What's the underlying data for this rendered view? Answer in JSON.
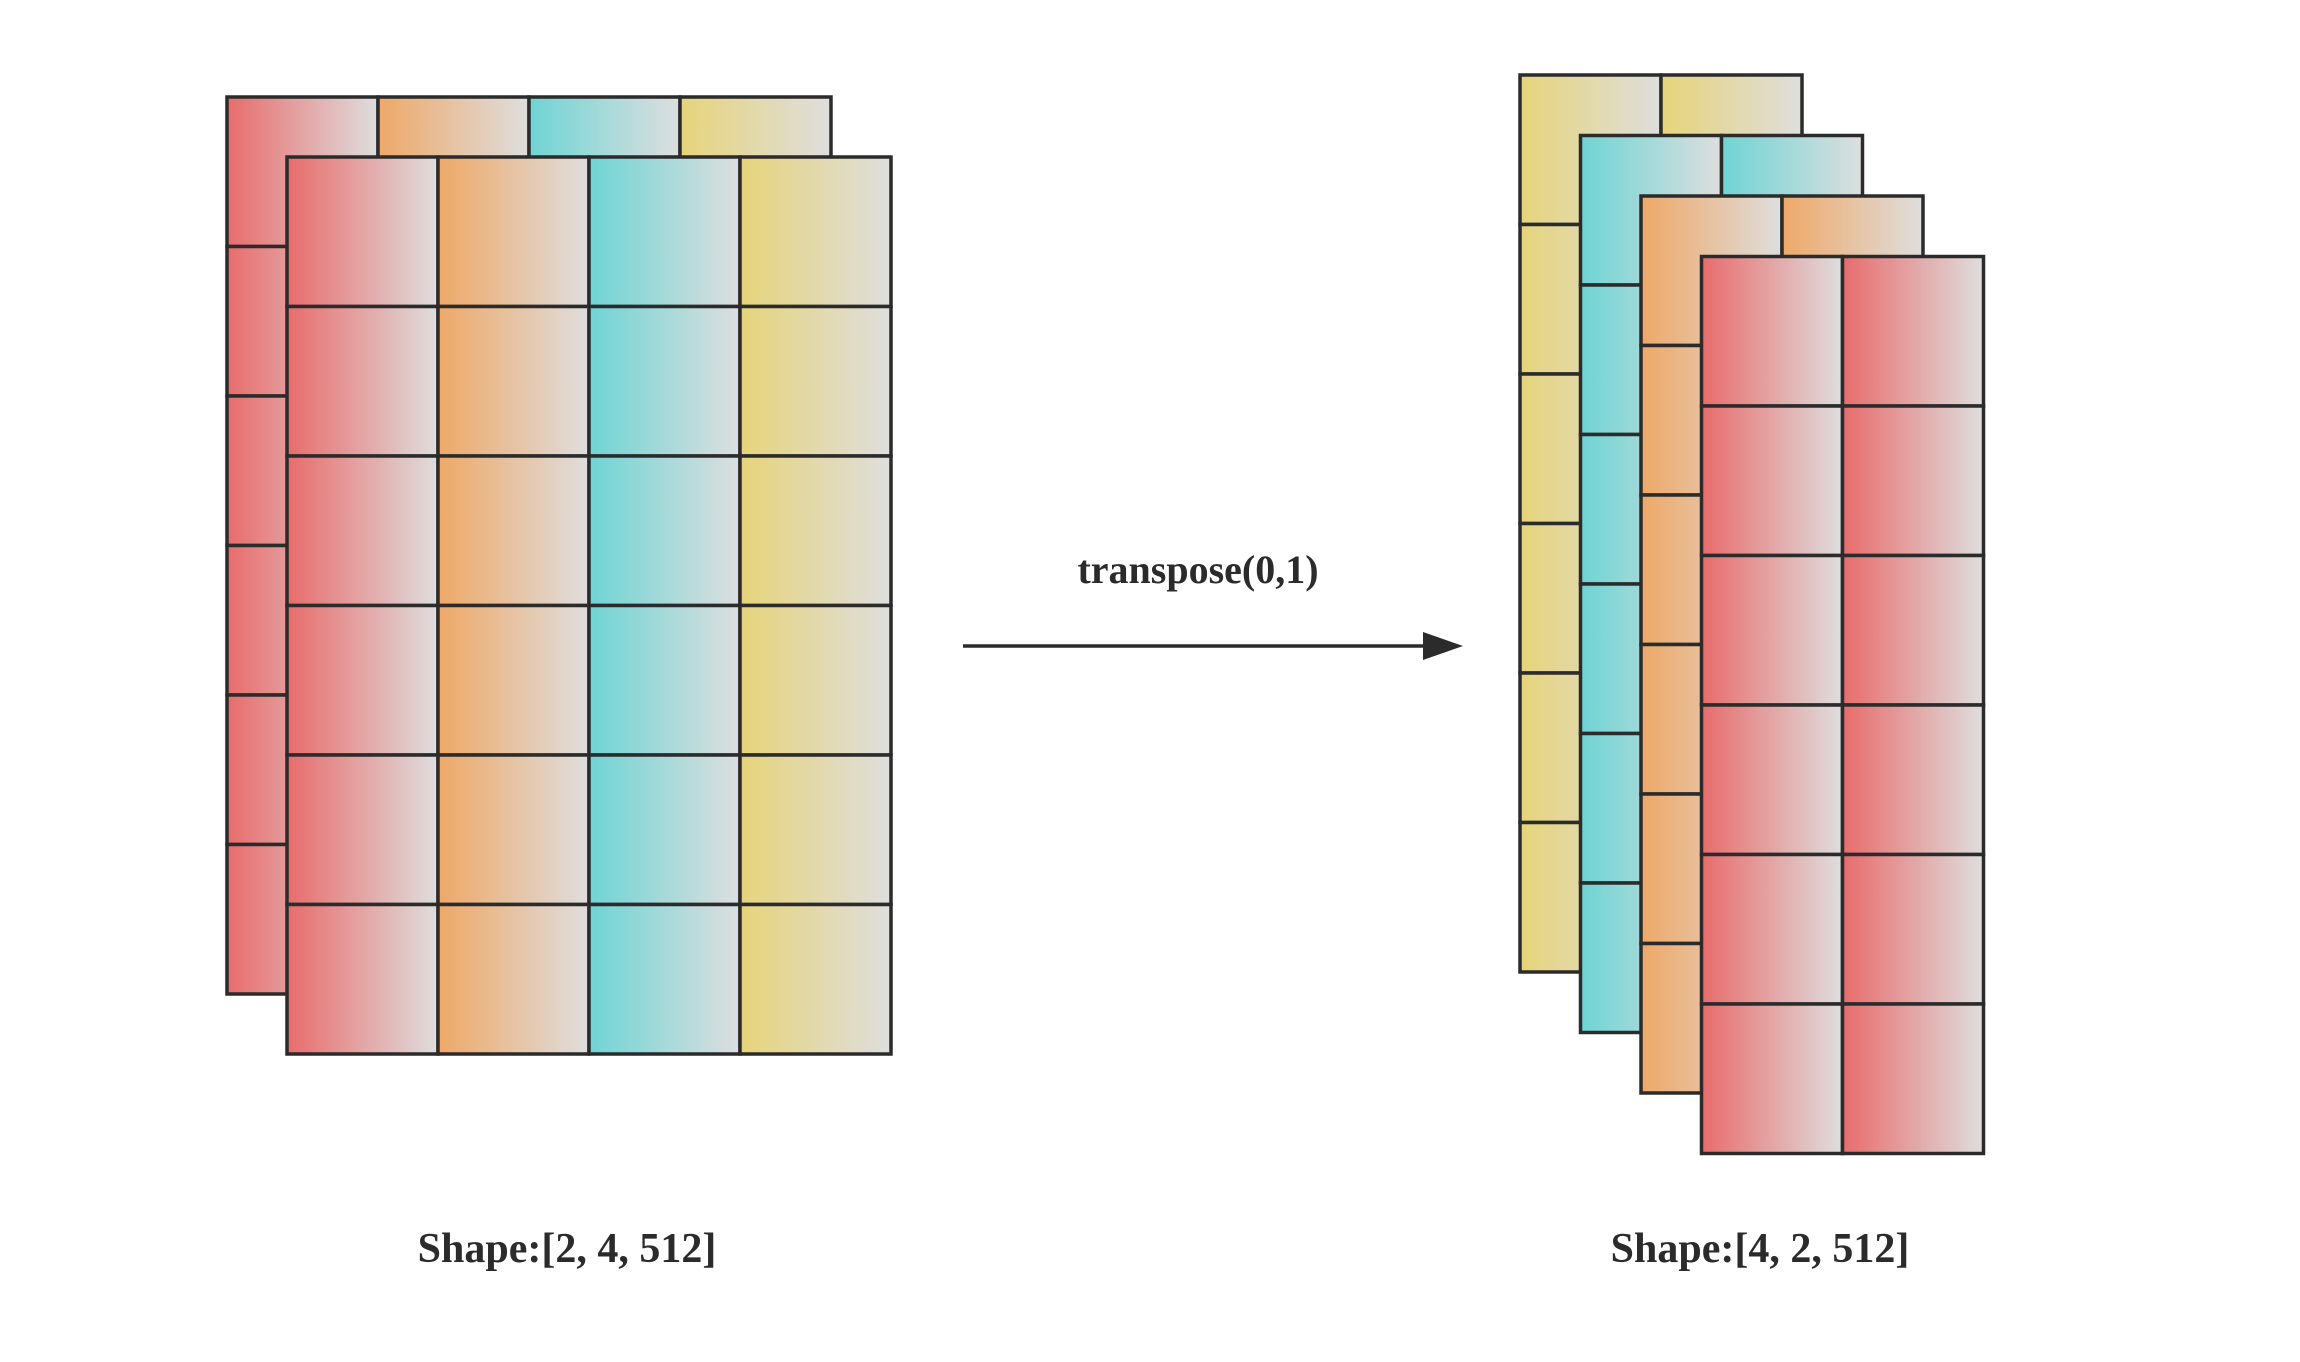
{
  "diagram": {
    "operation_label": "transpose(0,1)",
    "input": {
      "shape_label": "Shape:[2, 4, 512]",
      "layers": 2,
      "rows": 6,
      "columns": 4,
      "column_colors": [
        "#e86c6c",
        "#eea868",
        "#6fd4d4",
        "#e6d47a"
      ]
    },
    "output": {
      "shape_label": "Shape:[4, 2, 512]",
      "layers": 4,
      "rows": 6,
      "columns": 2,
      "layer_colors": [
        "#e6d47a",
        "#6fd4d4",
        "#eea868",
        "#e86c6c"
      ]
    },
    "colors": {
      "gradient_end": "#dedede",
      "stroke": "#2b2b2b",
      "text": "#2b2b2b"
    }
  }
}
